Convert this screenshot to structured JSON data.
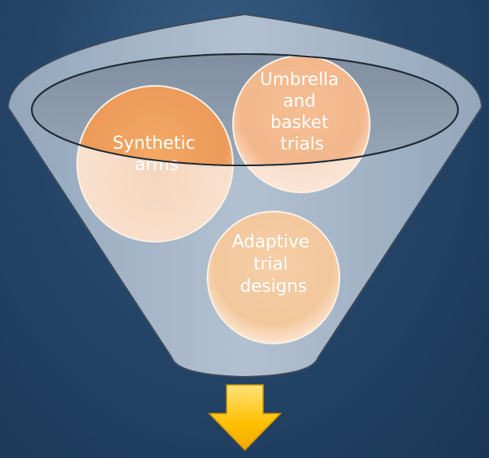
{
  "diagram": {
    "type": "funnel",
    "items": [
      {
        "id": "synthetic",
        "lines": [
          "Synthetic",
          "arms"
        ]
      },
      {
        "id": "umbrella",
        "lines": [
          "Umbrella",
          "and",
          "basket",
          "trials"
        ]
      },
      {
        "id": "adaptive",
        "lines": [
          "Adaptive",
          "trial",
          "designs"
        ]
      }
    ],
    "output_arrow_icon": "arrow-down-icon"
  },
  "colors": {
    "background": "#254669",
    "funnel": "#9fb2c6",
    "funnel_rim": "#8a9aab",
    "bubble_synthetic": "#f0a668",
    "bubble_umbrella": "#f6c39c",
    "bubble_adaptive": "#f6cfa6",
    "arrow": "#ffc000"
  }
}
